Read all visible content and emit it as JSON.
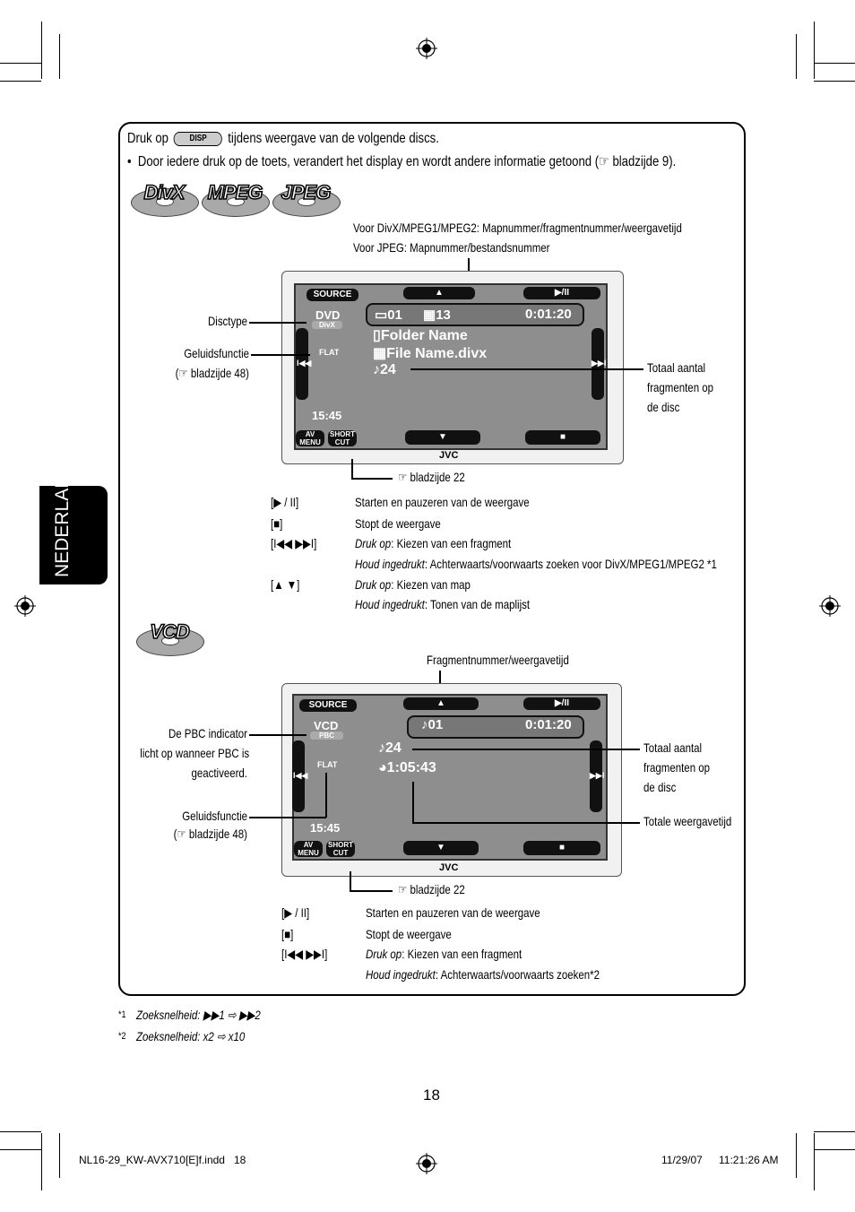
{
  "intro": {
    "prefix": "Druk op",
    "disp_key": "DISP",
    "suffix": "tijdens weergave van de volgende discs.",
    "bullet": "Door iedere druk op de toets, verandert het display en wordt andere informatie getoond (☞ bladzijde 9)."
  },
  "discs_top": [
    "DivX",
    "MPEG",
    "JPEG"
  ],
  "disc_vcd": "VCD",
  "side_tab": "NEDERLANDS",
  "diagram1": {
    "callout_top_1": "Voor DivX/MPEG1/MPEG2: Mapnummer/fragmentnummer/weergavetijd",
    "callout_top_2": "Voor JPEG: Mapnummer/bestandsnummer",
    "disctype": "Disctype",
    "geluid_1": "Geluidsfunctie",
    "geluid_2": "(☞ bladzijde 48)",
    "totaal_1": "Totaal aantal",
    "totaal_2": "fragmenten op",
    "totaal_3": "de disc",
    "ref": "☞ bladzijde 22",
    "screen": {
      "source": "SOURCE",
      "disc": "DVD",
      "disc_sub": "DivX",
      "sound": "FLAT",
      "folder_no": "01",
      "track_no": "13",
      "time": "0:01:20",
      "folder_name": "Folder Name",
      "file_name": "File Name.divx",
      "total": "♪24",
      "clock": "15:45",
      "av_menu_1": "AV",
      "av_menu_2": "MENU",
      "short_cut_1": "SHORT",
      "short_cut_2": "CUT",
      "brand": "JVC",
      "play_pause": "▶/II"
    }
  },
  "table1": [
    {
      "key": "[▶ / II]",
      "desc": "Starten en pauzeren van de weergave",
      "italic_prefix": ""
    },
    {
      "key": "[■]",
      "desc": "Stopt de weergave",
      "italic_prefix": ""
    },
    {
      "key": "[I◀◀ ▶▶I]",
      "italic_prefix": "Druk op",
      "desc": ": Kiezen van een fragment"
    },
    {
      "key": "",
      "italic_prefix": "Houd ingedrukt",
      "desc": ": Achterwaarts/voorwaarts zoeken voor DivX/MPEG1/MPEG2 *1"
    },
    {
      "key": "[▲ ▼]",
      "italic_prefix": "Druk op",
      "desc": ": Kiezen van map"
    },
    {
      "key": "",
      "italic_prefix": "Houd ingedrukt",
      "desc": ": Tonen van de maplijst"
    }
  ],
  "diagram2": {
    "callout_top": "Fragmentnummer/weergavetijd",
    "pbc_1": "De PBC indicator",
    "pbc_2": "licht op wanneer PBC is",
    "pbc_3": "geactiveerd.",
    "geluid_1": "Geluidsfunctie",
    "geluid_2": "(☞ bladzijde 48)",
    "totaal_1": "Totaal aantal",
    "totaal_2": "fragmenten op",
    "totaal_3": "de disc",
    "totale": "Totale weergavetijd",
    "ref": "☞ bladzijde 22",
    "screen": {
      "source": "SOURCE",
      "disc": "VCD",
      "disc_sub": "PBC",
      "sound": "FLAT",
      "track": "♪01",
      "time": "0:01:20",
      "total": "♪24",
      "total_time": "1:05:43",
      "clock": "15:45",
      "av_menu_1": "AV",
      "av_menu_2": "MENU",
      "short_cut_1": "SHORT",
      "short_cut_2": "CUT",
      "brand": "JVC",
      "play_pause": "▶/II"
    }
  },
  "table2": [
    {
      "key": "[▶ / II]",
      "desc": "Starten en pauzeren van de weergave",
      "italic_prefix": ""
    },
    {
      "key": "[■]",
      "desc": "Stopt de weergave",
      "italic_prefix": ""
    },
    {
      "key": "[I◀◀ ▶▶I]",
      "italic_prefix": "Druk op",
      "desc": ": Kiezen van een fragment"
    },
    {
      "key": "",
      "italic_prefix": "Houd ingedrukt",
      "desc": ": Achterwaarts/voorwaarts zoeken*2"
    }
  ],
  "footnotes": [
    {
      "mark": "*1",
      "text": "Zoeksnelheid: ▶▶1 ⇨ ▶▶2"
    },
    {
      "mark": "*2",
      "text": "Zoeksnelheid: x2 ⇨ x10"
    }
  ],
  "page_number": "18",
  "footer": {
    "file": "NL16-29_KW-AVX710[E]f.indd   18",
    "date": "11/29/07",
    "time": "11:21:26 AM"
  }
}
